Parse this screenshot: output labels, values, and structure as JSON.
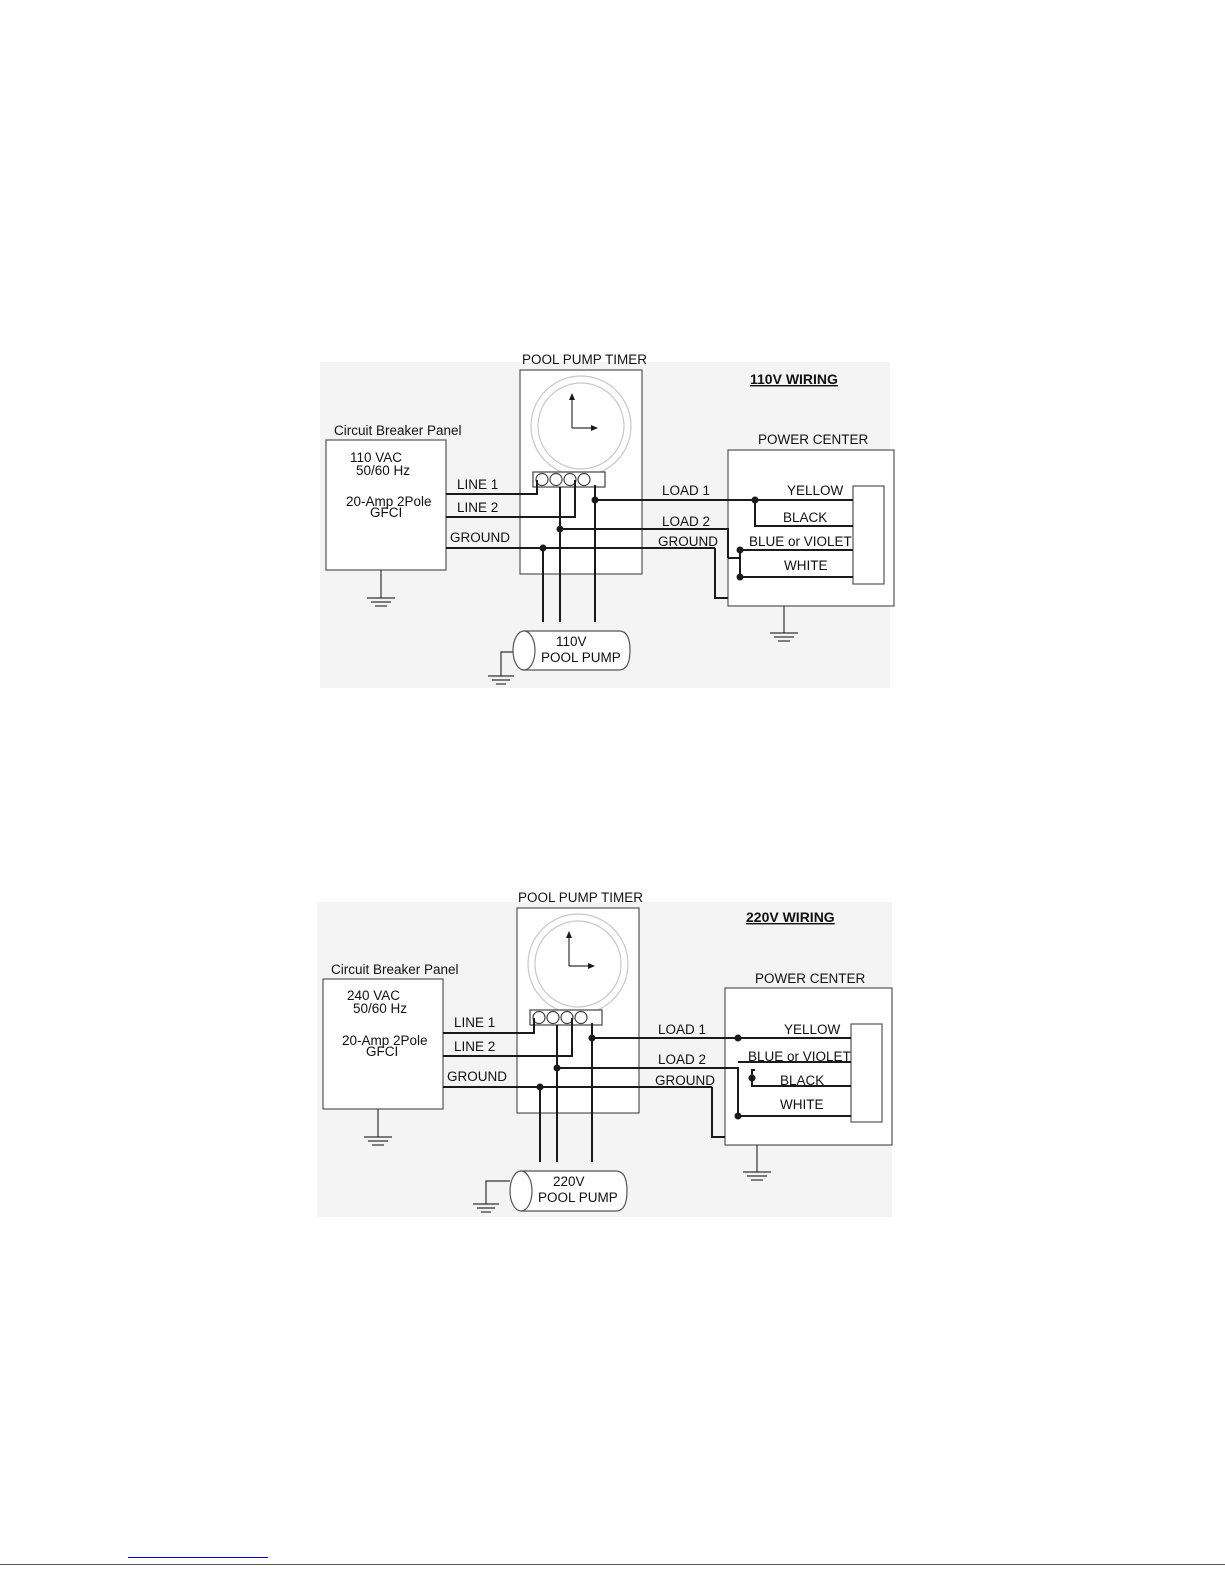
{
  "diagrams": [
    {
      "title": "110V WIRING",
      "timer_label": "POOL PUMP TIMER",
      "breaker": {
        "label": "Circuit Breaker Panel",
        "voltage": "110 VAC",
        "freq": "50/60 Hz",
        "amp": "20-Amp 2Pole",
        "gfci": "GFCI"
      },
      "line1": "LINE 1",
      "line2": "LINE 2",
      "ground_left": "GROUND",
      "load1": "LOAD 1",
      "load2": "LOAD 2",
      "ground_right": "GROUND",
      "power_center": "POWER CENTER",
      "wires": [
        "YELLOW",
        "BLACK",
        "BLUE or VIOLET",
        "WHITE"
      ],
      "pump_voltage": "110V",
      "pump_label": "POOL PUMP"
    },
    {
      "title": "220V WIRING",
      "timer_label": "POOL PUMP TIMER",
      "breaker": {
        "label": "Circuit Breaker Panel",
        "voltage": "240 VAC",
        "freq": "50/60 Hz",
        "amp": "20-Amp 2Pole",
        "gfci": "GFCI"
      },
      "line1": "LINE 1",
      "line2": "LINE 2",
      "ground_left": "GROUND",
      "load1": "LOAD 1",
      "load2": "LOAD 2",
      "ground_right": "GROUND",
      "power_center": "POWER CENTER",
      "wires": [
        "YELLOW",
        "BLUE or VIOLET",
        "BLACK",
        "WHITE"
      ],
      "pump_voltage": "220V",
      "pump_label": "POOL PUMP"
    }
  ]
}
